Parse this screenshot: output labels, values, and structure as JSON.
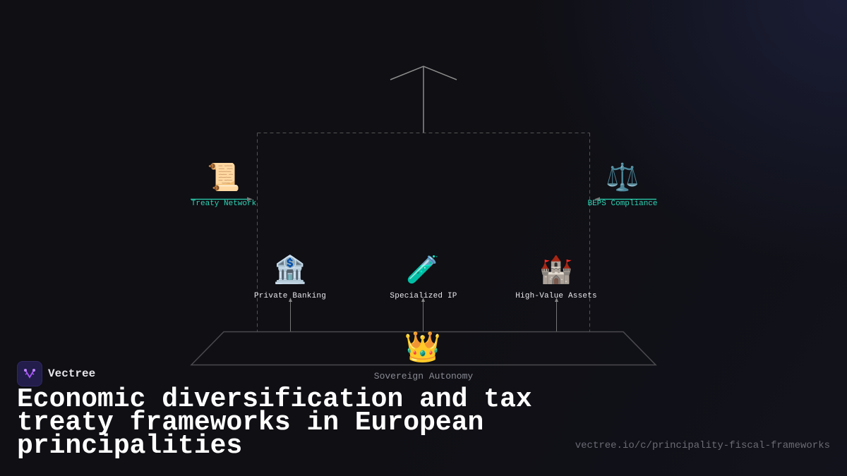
{
  "diagram": {
    "apex": {
      "icon": "arrow-up-roof",
      "label": ""
    },
    "side_nodes": [
      {
        "id": "treaty-network",
        "label": "Treaty Network",
        "icon": "scroll-icon",
        "emoji": "📜",
        "color": "#2dd4b4"
      },
      {
        "id": "beps-compliance",
        "label": "BEPS Compliance",
        "icon": "balance-scale-icon",
        "emoji": "⚖️",
        "color": "#2dd4b4"
      }
    ],
    "pillars": [
      {
        "id": "private-banking",
        "label": "Private Banking",
        "icon": "bank-icon",
        "emoji": "🏦"
      },
      {
        "id": "specialized-ip",
        "label": "Specialized IP",
        "icon": "test-tube-icon",
        "emoji": "🧪"
      },
      {
        "id": "high-value-assets",
        "label": "High-Value Assets",
        "icon": "castle-icon",
        "emoji": "🏰"
      }
    ],
    "base": {
      "label": "Sovereign Autonomy",
      "icon": "crown-icon",
      "emoji": "👑"
    }
  },
  "brand": {
    "name": "Vectree",
    "accent": "#a855f7"
  },
  "title": "Economic diversification and tax treaty frameworks in European principalities",
  "url": "vectree.io/c/principality-fiscal-frameworks",
  "colors": {
    "background": "#0f0f14",
    "teal": "#2dd4b4",
    "line": "#8a8a8a",
    "dashed": "#555555"
  }
}
